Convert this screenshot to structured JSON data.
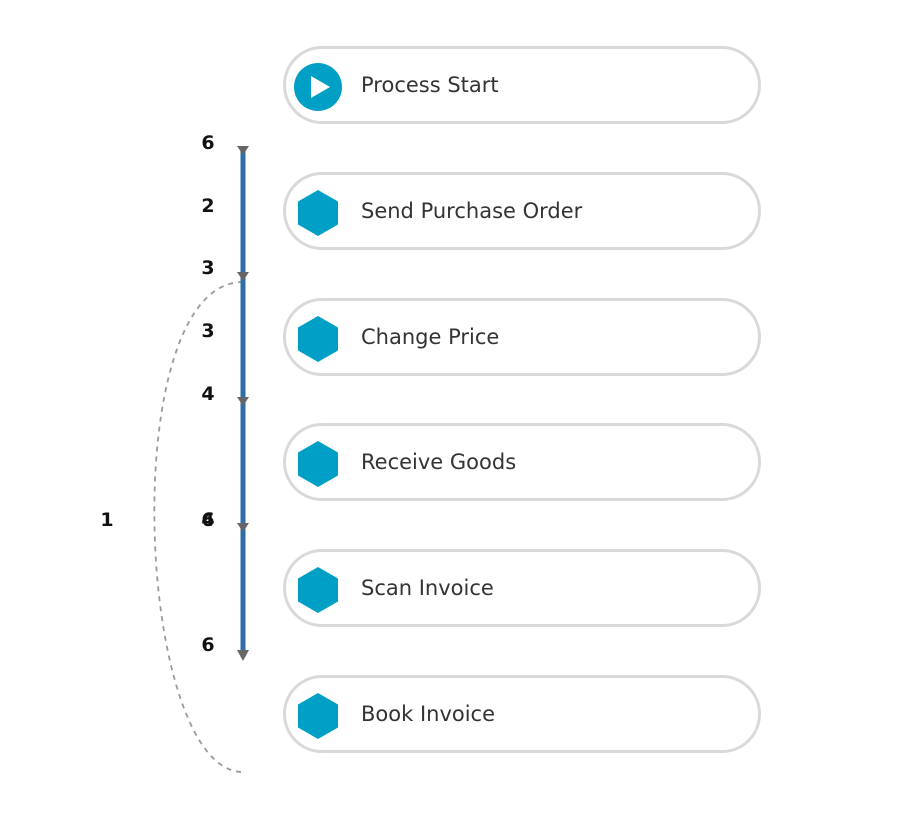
{
  "colors": {
    "node_border": "#d9d9d9",
    "icon_fill": "#00a0c6",
    "flow_line": "#2e6fa9",
    "arrow_head": "#666666",
    "loop_line": "#9a9a9a",
    "label_text": "#333333"
  },
  "steps": [
    {
      "label": "Process Start",
      "icon": "play-icon"
    },
    {
      "label": "Send Purchase Order",
      "icon": "hexagon-icon"
    },
    {
      "label": "Change Price",
      "icon": "hexagon-icon"
    },
    {
      "label": "Receive Goods",
      "icon": "hexagon-icon"
    },
    {
      "label": "Scan Invoice",
      "icon": "hexagon-icon"
    },
    {
      "label": "Book Invoice",
      "icon": "hexagon-icon"
    }
  ],
  "edge_counts": {
    "n1": "6",
    "n2": "2",
    "n3": "3",
    "n4": "3",
    "n5": "4",
    "n6a": "6",
    "n6b": "4",
    "n7": "6",
    "loop": "1"
  }
}
